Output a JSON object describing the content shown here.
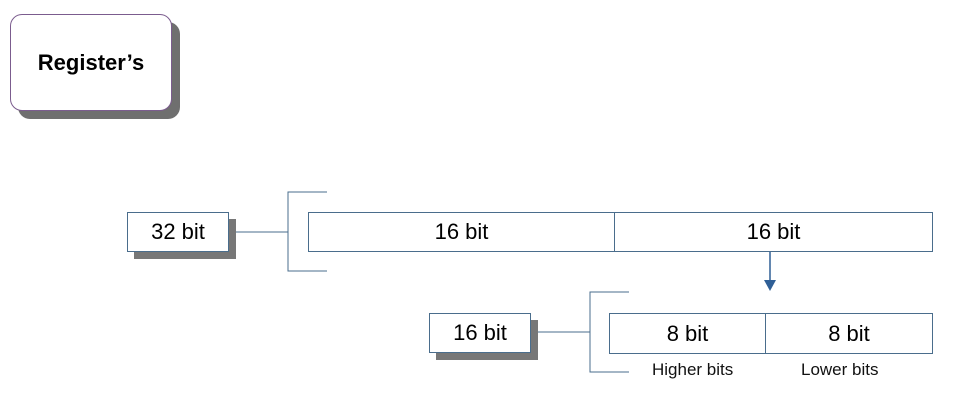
{
  "title": "Register’s",
  "level1": {
    "source_label": "32 bit",
    "parts": [
      "16 bit",
      "16 bit"
    ]
  },
  "level2": {
    "source_label": "16 bit",
    "parts": [
      "8 bit",
      "8 bit"
    ],
    "captions": [
      "Higher bits",
      "Lower bits"
    ]
  },
  "colors": {
    "line": "#4a6d8c",
    "shadow": "#777777",
    "title_border": "#7b5c8e"
  }
}
